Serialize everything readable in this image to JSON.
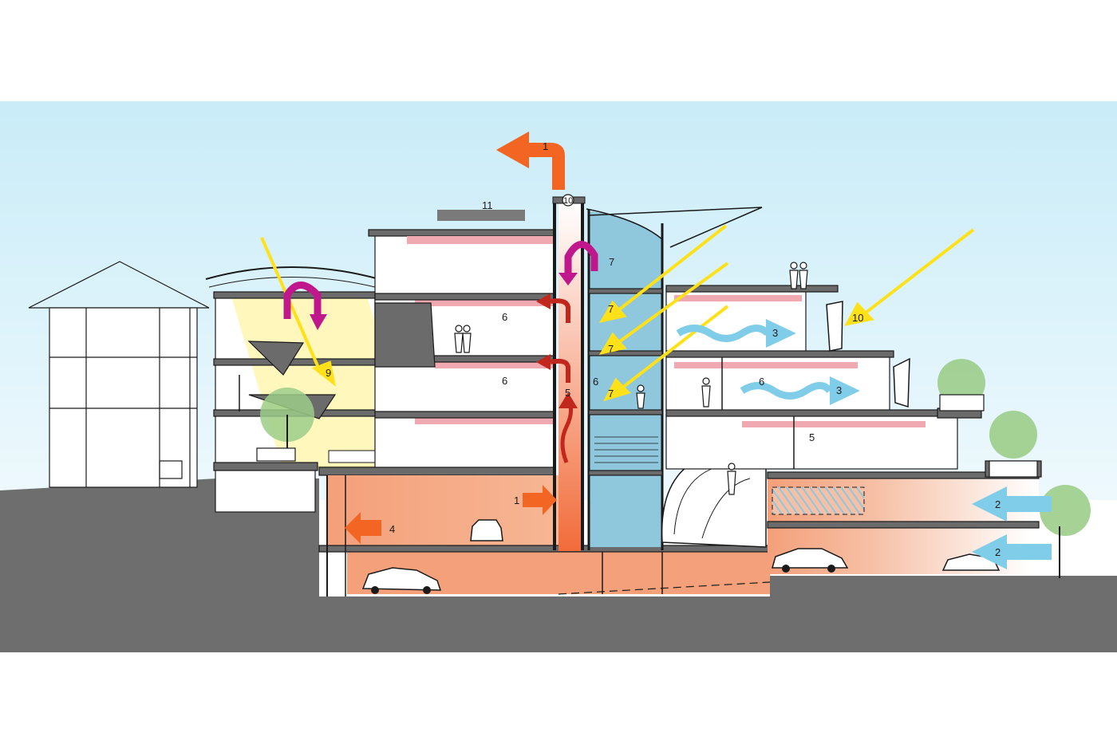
{
  "colors": {
    "sky_top": "#c9ecf8",
    "sky_bottom": "#e9f7fc",
    "ground": "#6e6e6e",
    "slab": "#6b6b6b",
    "orange_arrow": "#f26522",
    "red_arrow": "#c1271d",
    "magenta_arrow": "#c0188c",
    "yellow_arrow": "#ffe11a",
    "blue_arrow": "#7fcde8",
    "atrium_blue": "#8fc7dd",
    "parking_orange": "#f4a07a",
    "ceiling_pink": "#f0a9b0",
    "sun_yellow": "#fff6b0",
    "tree_green": "#9ccd8a"
  },
  "labels": {
    "exhaust_top": "1",
    "exhaust_parking": "1",
    "intake_upper": "2",
    "intake_lower": "2",
    "wave_upper": "3",
    "wave_lower": "3",
    "parking_exhaust": "4",
    "stack": "5",
    "floor_lower_right": "5",
    "office_upper_left": "6",
    "office_mid_left": "6",
    "office_mid_atrium": "6",
    "office_right_upper": "6",
    "atrium_top": "7",
    "atrium_upper": "7",
    "atrium_mid": "7",
    "atrium_low": "7",
    "skylight_yellow": "9",
    "sun_right": "10",
    "chimney_cap": "10",
    "roof_panel": "11"
  }
}
